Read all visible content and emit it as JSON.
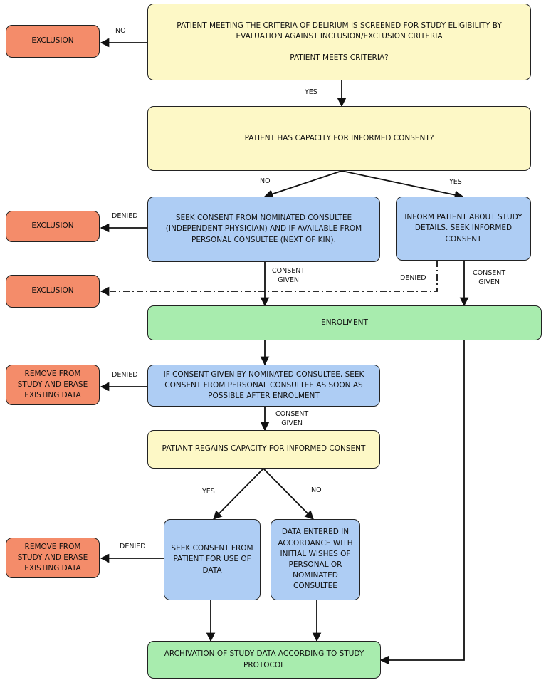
{
  "boxes": {
    "screen": "PATIENT MEETING THE CRITERIA OF DELIRIUM IS SCREENED FOR STUDY ELIGIBILITY BY EVALUATION AGAINST INCLUSION/EXCLUSION CRITERIA\n\nPATIENT MEETS CRITERIA?",
    "capacity": "PATIENT HAS CAPACITY FOR INFORMED CONSENT?",
    "seek_nominated": "SEEK CONSENT FROM NOMINATED CONSULTEE (INDEPENDENT PHYSICIAN) AND IF AVAILABLE FROM PERSONAL CONSULTEE (NEXT OF KIN).",
    "inform_patient": "INFORM PATIENT ABOUT STUDY DETAILS. SEEK INFORMED CONSENT",
    "enrolment": "ENROLMENT",
    "seek_personal": "IF CONSENT GIVEN BY NOMINATED CONSULTEE, SEEK CONSENT FROM PERSONAL CONSULTEE AS SOON AS POSSIBLE AFTER ENROLMENT",
    "regains": "PATIANT REGAINS CAPACITY FOR INFORMED CONSENT",
    "seek_patient_data": "SEEK CONSENT FROM PATIENT FOR USE OF DATA",
    "data_entered": "DATA ENTERED IN ACCORDANCE WITH INITIAL WISHES OF PERSONAL OR NOMINATED CONSULTEE",
    "archivation": "ARCHIVATION OF STUDY DATA ACCORDING TO STUDY PROTOCOL",
    "exclusion_1": "EXCLUSION",
    "exclusion_2": "EXCLUSION",
    "exclusion_3": "EXCLUSION",
    "remove_1": "REMOVE FROM STUDY AND ERASE EXISTING DATA",
    "remove_2": "REMOVE FROM STUDY AND ERASE EXISTING DATA"
  },
  "labels": {
    "no_1": "NO",
    "yes_1": "YES",
    "no_2": "NO",
    "yes_2": "YES",
    "denied_1": "DENIED",
    "consent_given_1": "CONSENT\nGIVEN",
    "denied_2": "DENIED",
    "consent_given_2": "CONSENT\nGIVEN",
    "denied_3": "DENIED",
    "consent_given_3": "CONSENT\nGIVEN",
    "yes_3": "YES",
    "no_3": "NO",
    "denied_4": "DENIED"
  },
  "colors": {
    "yellow": "#fdf8c6",
    "blue": "#aecdf4",
    "green": "#a8ecae",
    "orange": "#f48c6a",
    "line": "#111111"
  }
}
